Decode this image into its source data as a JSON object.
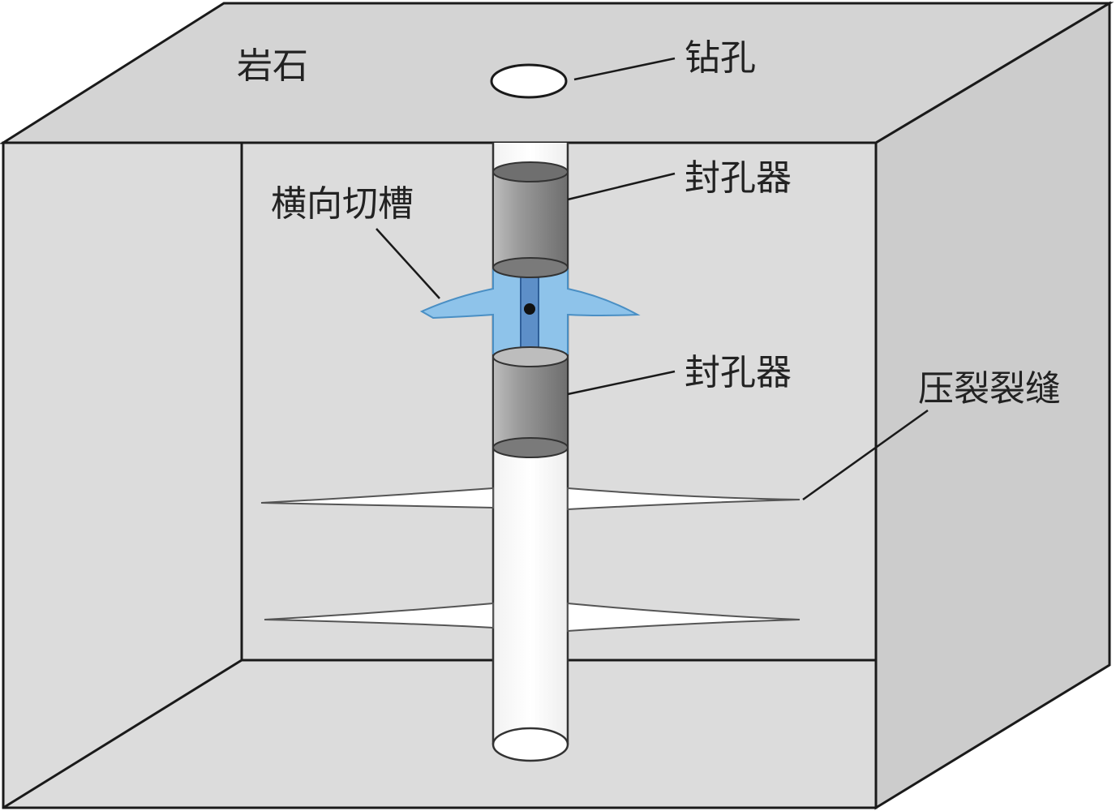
{
  "labels": {
    "rock": "岩石",
    "borehole": "钻孔",
    "packer_top": "封孔器",
    "transverse_slot": "横向切槽",
    "packer_bottom": "封孔器",
    "fracture": "压裂裂缝"
  },
  "colors": {
    "rock_face": "#dcdcdc",
    "rock_top": "#d6d6d6",
    "rock_side": "#cfcfcf",
    "edge": "#1a1a1a",
    "borehole": "#ffffff",
    "packer": "#8e8e8e",
    "slot": "#8ec3ea",
    "slot_edge": "#4a8fc4",
    "leader": "#1a1a1a"
  }
}
